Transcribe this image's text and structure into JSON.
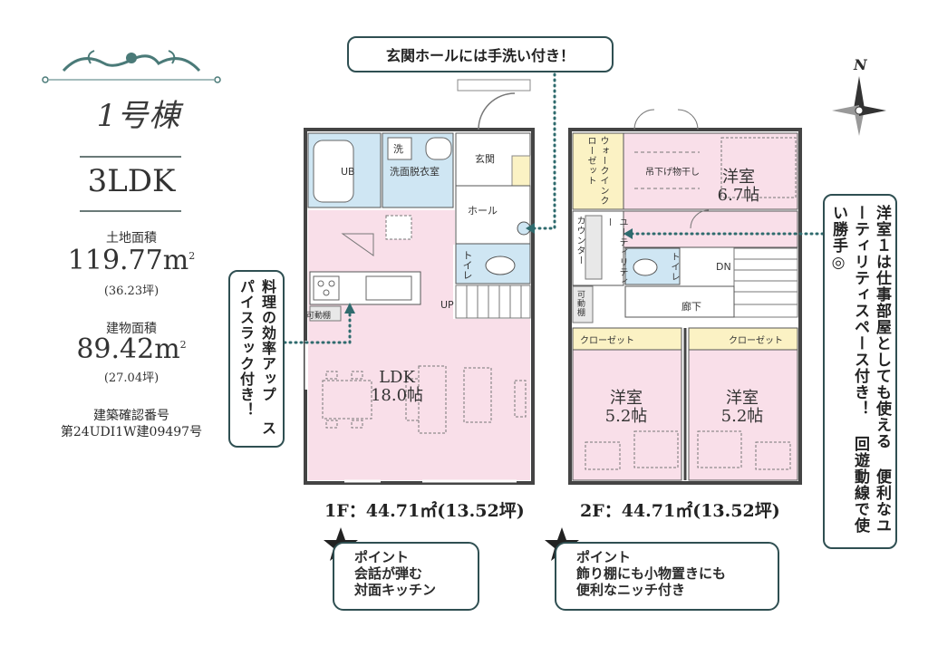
{
  "building": {
    "name": "1号棟",
    "layout_type": "3LDK",
    "land_area_label": "土地面積",
    "land_area_value": "119.77m",
    "land_area_sup": "2",
    "land_area_tsubo": "(36.23坪)",
    "building_area_label": "建物面積",
    "building_area_value": "89.42m",
    "building_area_sup": "2",
    "building_area_tsubo": "(27.04坪)",
    "permit_label": "建築確認番号",
    "permit_number": "第24UDI1W建09497号"
  },
  "callouts": {
    "entrance": "玄関ホールには手洗い付き！",
    "kitchen": "料理の効率アップ スパイスラック付き！",
    "room1": "洋室１は仕事部屋としても使える 便利なユーティリティスペース付き！ 回遊動線で使い勝手◎"
  },
  "points": [
    {
      "label": "ポイント",
      "line1": "会話が弾む",
      "line2": "対面キッチン"
    },
    {
      "label": "ポイント",
      "line1": "飾り棚にも小物置きにも",
      "line2": "便利なニッチ付き"
    }
  ],
  "floor1": {
    "area": "1F：44.71㎡(13.52坪)",
    "rooms": {
      "ub": "UB",
      "wash": "洗面脱衣室",
      "wash_mark": "洗",
      "genkan": "玄関",
      "hall": "ホール",
      "toilet": "トイレ",
      "kadou": "可動棚",
      "up": "UP",
      "ldk": "LDK",
      "ldk_size": "18.0帖"
    }
  },
  "floor2": {
    "area": "2F：44.71㎡(13.52坪)",
    "rooms": {
      "wic": "ウォークインクローゼット",
      "hoshi": "吊下げ物干し",
      "yoshitsu1": "洋室",
      "yoshitsu1_size": "6.7帖",
      "counter": "カウンター",
      "utility": "ユーティリティー",
      "toilet": "トイレ",
      "dn": "DN",
      "roka": "廊下",
      "kadou": "可動棚",
      "closet_a": "クローゼット",
      "closet_b": "クローゼット",
      "yoshitsu2": "洋室",
      "yoshitsu2_size": "5.2帖",
      "yoshitsu3": "洋室",
      "yoshitsu3_size": "5.2帖"
    }
  },
  "compass": {
    "label": "N"
  },
  "colors": {
    "pink": "#f9dfe9",
    "blue": "#cfe6f3",
    "yellow": "#fbf2c4",
    "frame": "#2f4f52",
    "dotted": "#2f6b6e"
  }
}
